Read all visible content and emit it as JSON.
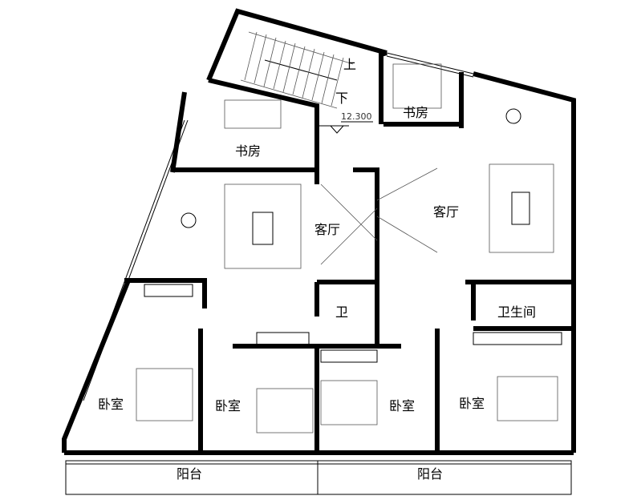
{
  "labels": {
    "stair_up": "上",
    "stair_down": "下",
    "elevation": "12.300",
    "study_left": "书房",
    "study_right": "书房",
    "living_left": "客厅",
    "living_right": "客厅",
    "toilet": "卫",
    "bathroom": "卫生间",
    "bedroom_1": "卧室",
    "bedroom_2": "卧室",
    "bedroom_3": "卧室",
    "bedroom_4": "卧室",
    "balcony_left": "阳台",
    "balcony_right": "阳台"
  }
}
